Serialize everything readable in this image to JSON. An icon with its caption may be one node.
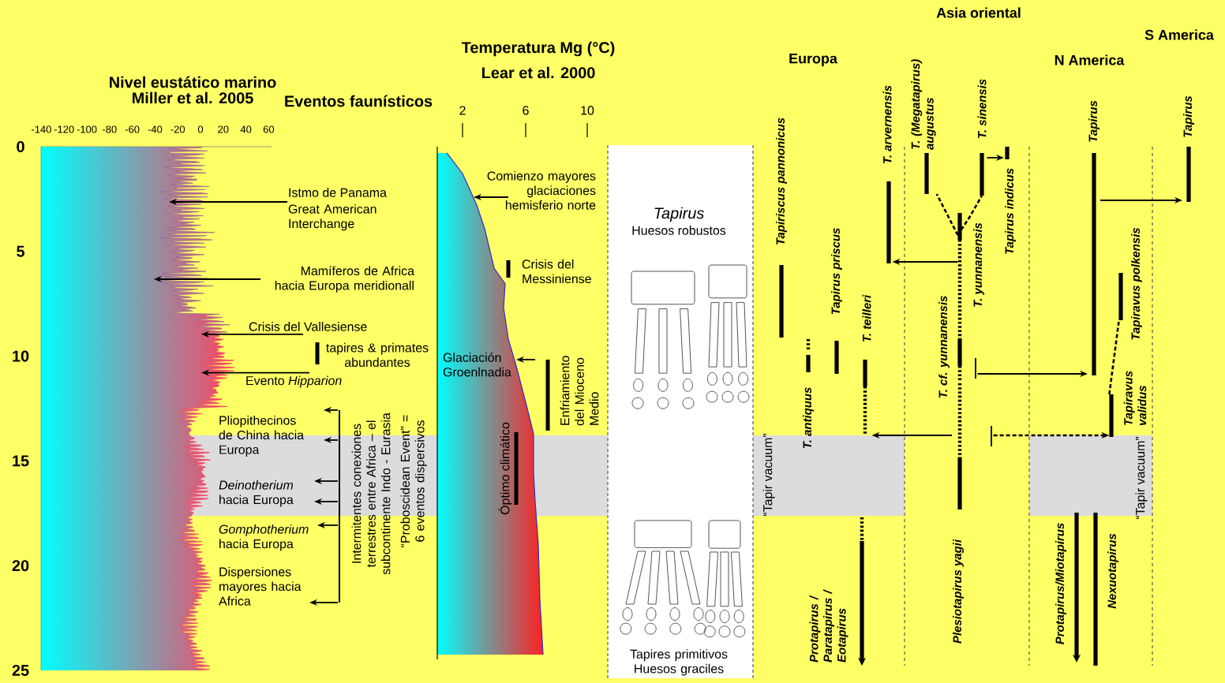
{
  "diagram": {
    "nodes": [
      {
        "text": [
          "Istmo de Panama",
          "Great American Interchange"
        ]
      },
      {
        "text": [
          "Mamíferos de Africa hacia Europa meridionall"
        ]
      },
      {
        "text": [
          "Crisis del Vallesiense"
        ]
      },
      {
        "text": [
          "Evento *Hipparion*"
        ]
      },
      {
        "text": [
          "Intermitentes conexiones terrestres entre Africa – el subcontinente Indo - Eurasia",
          "“Proboscidean Event” = 6 eventos dispersivos"
        ]
      },
      {
        "text": [
          "Pliopithecinos de China hacia Europa"
        ]
      },
      {
        "text": [
          "*Deinotherium* hacia Europa"
        ]
      },
      {
        "text": [
          "*Gomphotherium* hacia Europa"
        ]
      },
      {
        "text": [
          "Dispersiones mayores hacia Africa"
        ]
      },
      {
        "text": [
          "Comienzo mayores glaciaciones hemisferio norte"
        ]
      },
      {
        "text": [
          "Glaciación Groenlnadia"
        ]
      },
      {
        "text": [
          "Tapiriscus pannonicus"
        ]
      },
      {
        "text": [
          "T. antiquus"
        ]
      },
      {
        "text": [
          "Tapirus priscus"
        ]
      },
      {
        "text": [
          "T. teilleri"
        ]
      },
      {
        "text": [
          "T. arvernensis"
        ]
      },
      {
        "text": [
          "Protapirus / Paratapirus / Eotapirus"
        ]
      },
      {
        "text": [
          "T. (Megatapirus) augustus"
        ]
      },
      {
        "text": [
          "T. sinensis"
        ]
      },
      {
        "text": [
          "T. yunnanensis"
        ]
      },
      {
        "text": [
          "Tapirus indicus"
        ]
      },
      {
        "text": [
          "T. cf. yunnanensis"
        ]
      },
      {
        "text": [
          "Plesiotapirus yagii"
        ]
      },
      {
        "text": [
          "Tapirus"
        ]
      },
      {
        "text": [
          "Tapiravus polkensis"
        ]
      },
      {
        "text": [
          "Tapiravus validus"
        ]
      },
      {
        "text": [
          "Protapirus/Miotapirus"
        ]
      },
      {
        "text": [
          "Nexuotapirus"
        ]
      },
      {
        "text": [
          "Tapirus"
        ]
      },
      {
        "text": [],
        "shape": "picture"
      }
    ],
    "edges": [
      {
        "from": 0,
        "to": 29,
        "arrow": "to"
      },
      {
        "from": 1,
        "to": 29,
        "arrow": "to"
      },
      {
        "from": 2,
        "to": 29,
        "arrow": "to"
      },
      {
        "from": 3,
        "to": 29,
        "arrow": "to"
      },
      {
        "from": 4,
        "to": 5,
        "arrow": "to"
      },
      {
        "from": 4,
        "to": 5,
        "arrow": "to"
      },
      {
        "from": 4,
        "to": 6,
        "arrow": "to"
      },
      {
        "from": 4,
        "to": 6,
        "arrow": "to"
      },
      {
        "from": 4,
        "to": 7,
        "arrow": "to"
      },
      {
        "from": 4,
        "to": 8,
        "arrow": "to"
      },
      {
        "from": 9,
        "to": null,
        "arrow": "to"
      },
      {
        "from": null,
        "to": 10,
        "arrow": "to"
      },
      {
        "from": 21,
        "to": 15,
        "arrow": "to"
      },
      {
        "from": 22,
        "to": 14,
        "arrow": "to"
      },
      {
        "from": 18,
        "to": 20,
        "arrow": "to"
      },
      {
        "from": 21,
        "to": 23,
        "arrow": "to"
      },
      {
        "from": 23,
        "to": 28,
        "arrow": "to"
      },
      {
        "from": 22,
        "to": 25,
        "arrow": "to",
        "style": "dashed"
      },
      {
        "from": 19,
        "to": 17,
        "arrow": "none",
        "style": "dashed"
      },
      {
        "from": 19,
        "to": 18,
        "arrow": "none",
        "style": "dashed"
      },
      {
        "from": 25,
        "to": 24,
        "arrow": "none",
        "style": "dashed"
      }
    ],
    "labels": [
      "Nivel eustático marino",
      "Miller et al. 2005",
      "Eventos faunísticos",
      "Temperatura  Mg (°C)",
      "Lear et al. 2000",
      "Asia oriental",
      "S America",
      "Europa",
      "N America",
      "-140",
      "-120",
      "-100",
      "-80",
      "-60",
      "-40",
      "-20",
      "0",
      "20",
      "40",
      "60",
      "2",
      "6",
      "10",
      "0",
      "5",
      "10",
      "15",
      "20",
      "25",
      "tapires & primates abundantes",
      "Crisis del Messiniense",
      "Enfriamiento del Mioceno Medio",
      "Óptimo climático",
      "Tapirus",
      "Huesos robustos",
      "Tapires primitivos Huesos graciles",
      "“Tapir vacuum”",
      "“Tapir vacuum”"
    ]
  }
}
